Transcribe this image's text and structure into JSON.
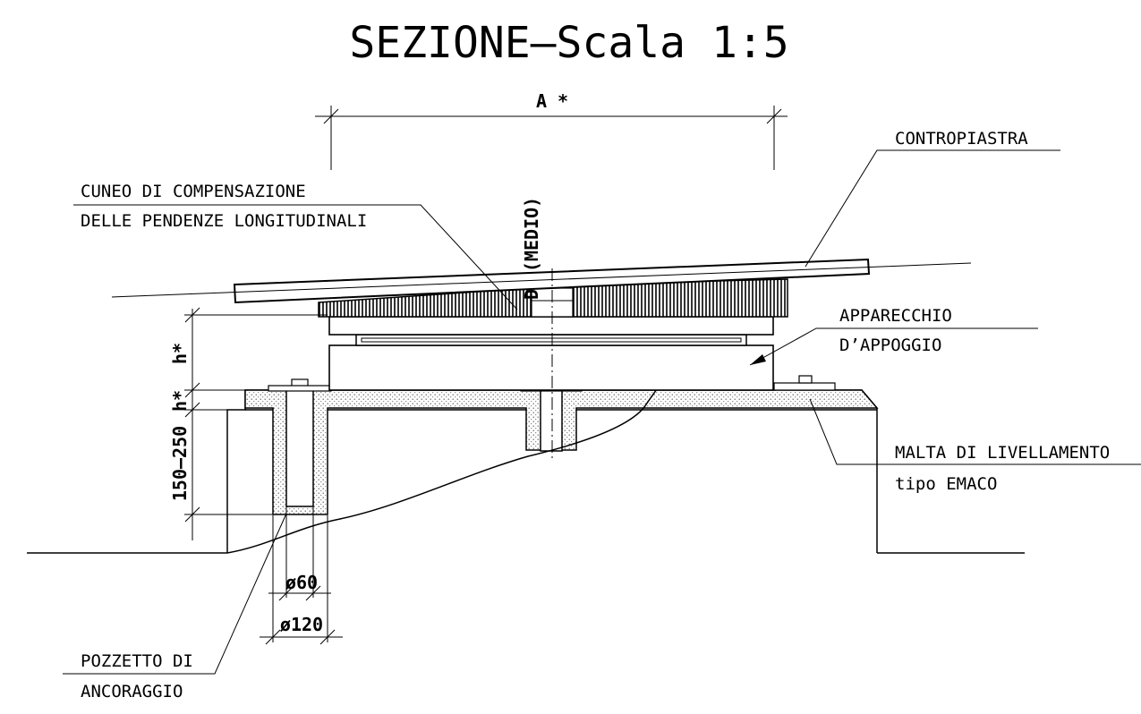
{
  "title": "SEZIONE–Scala 1:5",
  "labels": {
    "contropiastra": "CONTROPIASTRA",
    "cuneo_line1": "CUNEO DI COMPENSAZIONE",
    "cuneo_line2": "DELLE PENDENZE LONGITUDINALI",
    "apparecchio_line1": "APPARECCHIO",
    "apparecchio_line2": "D’APPOGGIO",
    "malta_line1": "MALTA DI LIVELLAMENTO",
    "malta_line2": "tipo EMACO",
    "pozzetto_line1": "POZZETTO DI",
    "pozzetto_line2": "ANCORAGGIO"
  },
  "dimensions": {
    "a": "A *",
    "h_star": "h*",
    "h_star_2": "h*",
    "range": "150–250",
    "medio": "(MEDIO)",
    "d": "D",
    "phi60": "ø60",
    "phi120": "ø120"
  }
}
